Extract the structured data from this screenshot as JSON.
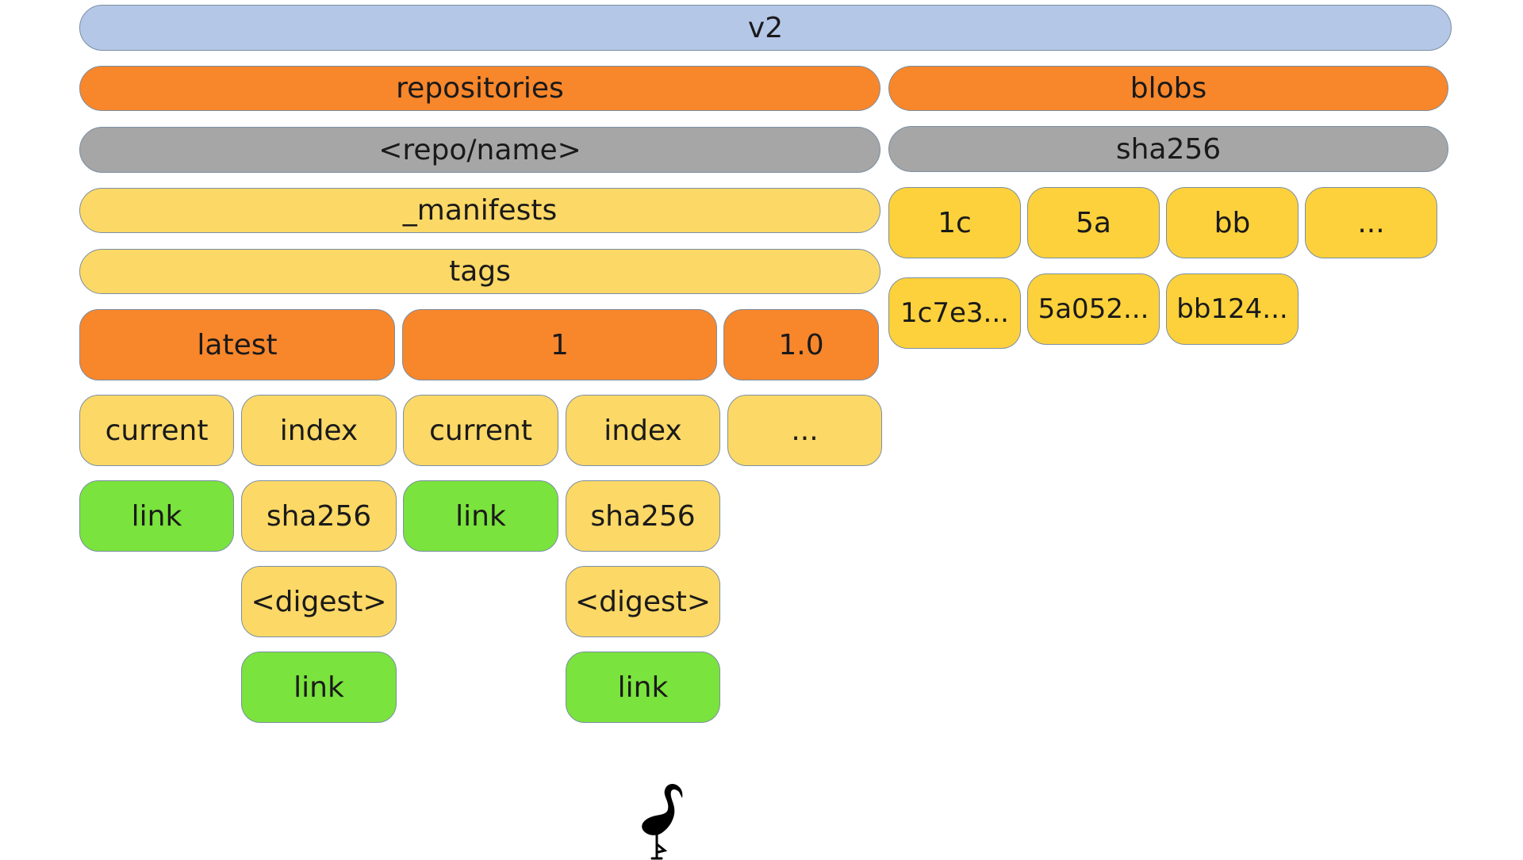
{
  "diagram": {
    "root": "v2",
    "repositories": {
      "label": "repositories",
      "repo_name": "<repo/name>",
      "manifests": "_manifests",
      "tags_label": "tags",
      "tags": [
        {
          "label": "latest",
          "current": "current",
          "index": "index",
          "link": "link",
          "sha256": "sha256",
          "digest": "<digest>",
          "digest_link": "link"
        },
        {
          "label": "1",
          "current": "current",
          "index": "index",
          "link": "link",
          "sha256": "sha256",
          "digest": "<digest>",
          "digest_link": "link"
        },
        {
          "label": "1.0",
          "more": "..."
        }
      ]
    },
    "blobs": {
      "label": "blobs",
      "algorithm": "sha256",
      "prefixes": [
        "1c",
        "5a",
        "bb",
        "..."
      ],
      "digests": [
        "1c7e3...",
        "5a052...",
        "bb124..."
      ]
    }
  },
  "colors": {
    "root": "#b4c7e7",
    "directory": "#f8862b",
    "namespace": "#a6a6a6",
    "folder": "#fcd866",
    "blob_folder": "#fdd13b",
    "link": "#7ae33d"
  },
  "logo": {
    "icon": "flamingo-icon"
  }
}
